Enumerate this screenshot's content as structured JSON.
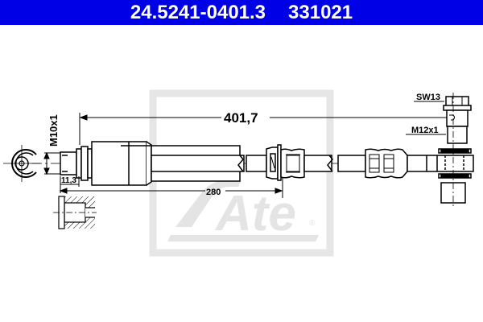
{
  "header": {
    "part_number": "24.5241-0401.3",
    "article_number": "331021",
    "background_color": "#0000e6",
    "text_color": "#ffffff"
  },
  "drawing": {
    "type": "brake-hose-technical-drawing",
    "watermark": {
      "logo_text": "Ate",
      "registered_mark": "®",
      "color": "#e4e4e4"
    },
    "dimensions": {
      "overall_length": "401,7",
      "fitting_position": "280",
      "thread_left": "M10x1",
      "thread_right": "M12x1",
      "wrench_size": "SW13",
      "left_fitting_length": "11,3"
    }
  }
}
